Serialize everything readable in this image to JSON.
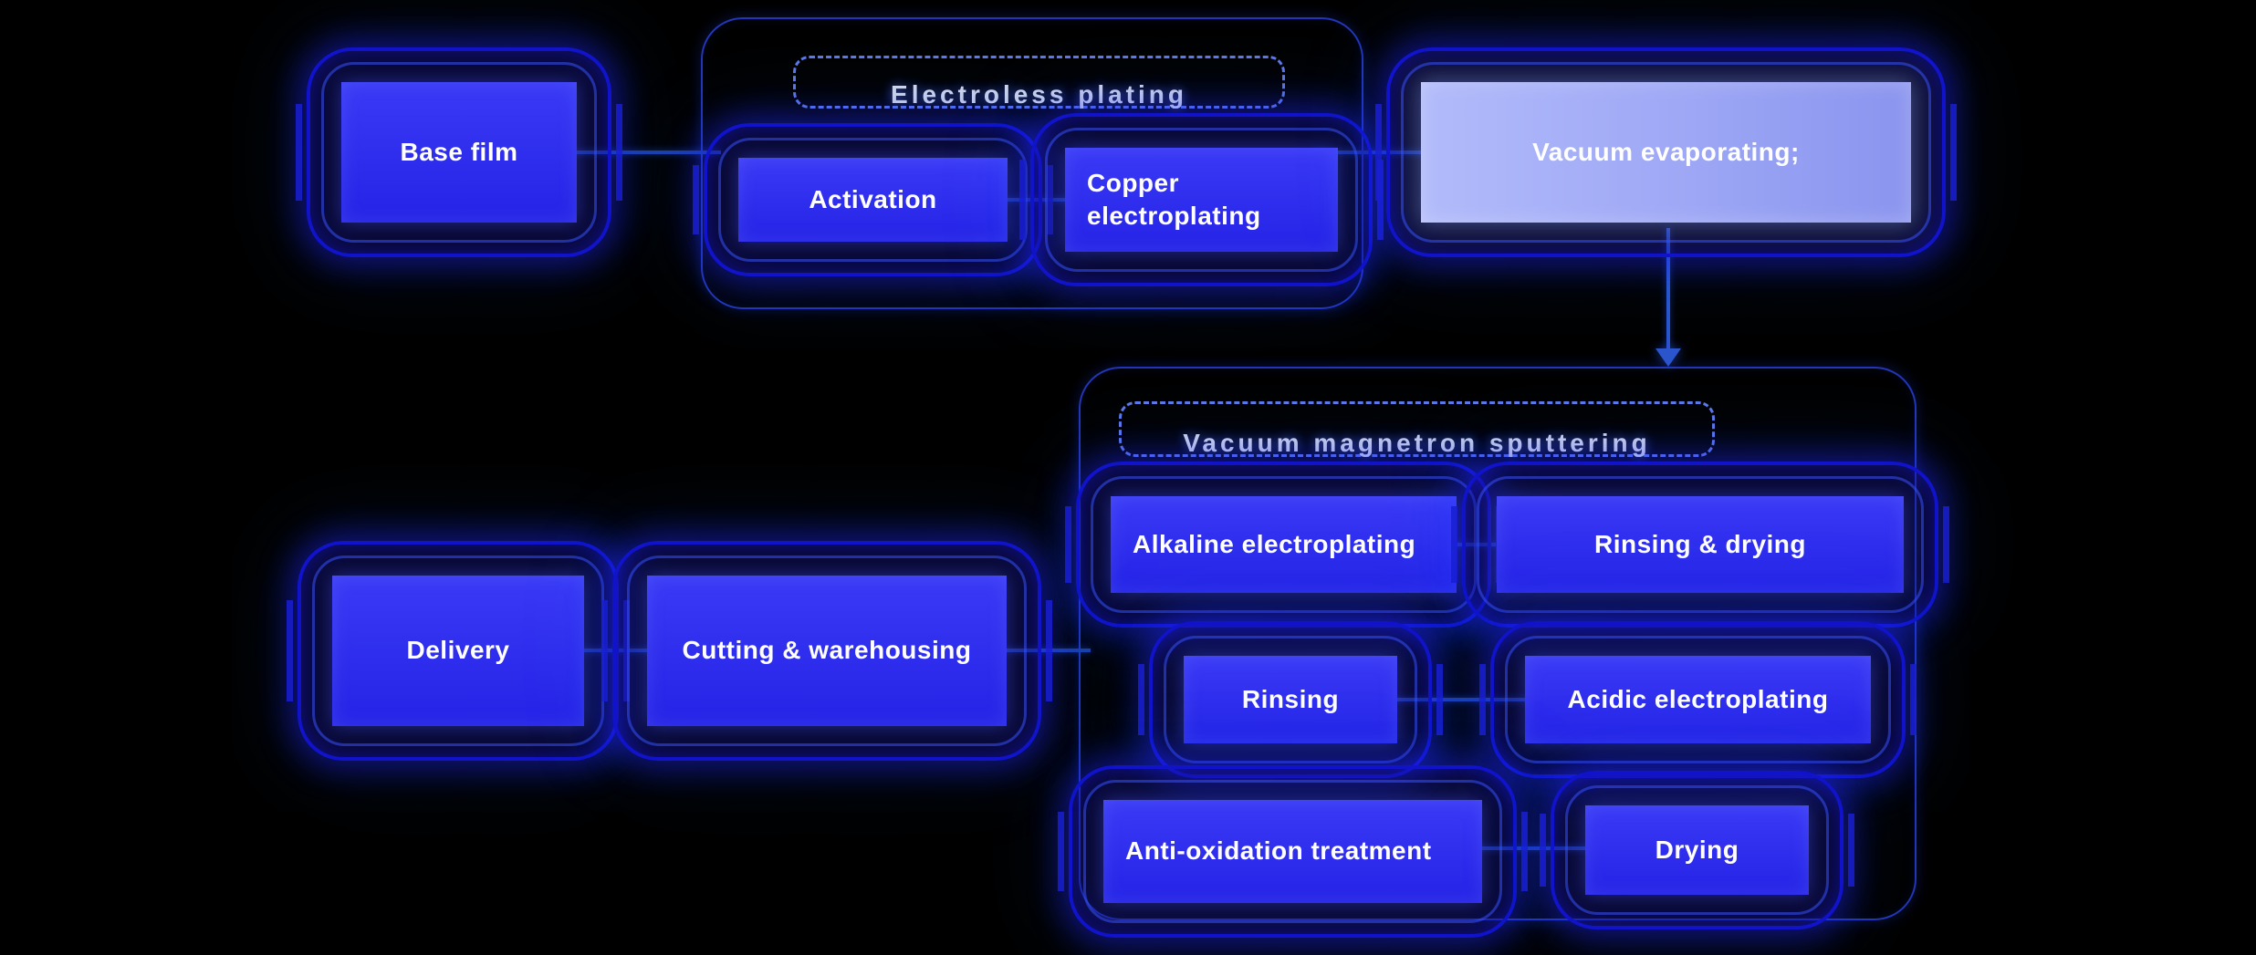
{
  "background": "#000000",
  "colors": {
    "node_fill": "#2c2cf0",
    "node_glow": "#2222ff",
    "light_node_fill": "#9da7f5",
    "container_border": "#2336b8",
    "dashed_border": "#5e78e8",
    "connector": "#1d3faa",
    "arrow": "#2a55cc",
    "text": "#ffffff"
  },
  "nodes": {
    "base_film": {
      "label": "Base film"
    },
    "activation": {
      "label": "Activation"
    },
    "copper_electroplating": {
      "label": "Copper electroplating"
    },
    "vacuum_evaporating": {
      "label": "Vacuum evaporating;"
    },
    "alkaline_electroplating": {
      "label": "Alkaline electroplating"
    },
    "rinsing_drying": {
      "label": "Rinsing & drying"
    },
    "rinsing": {
      "label": "Rinsing"
    },
    "acidic_electroplating": {
      "label": "Acidic electroplating"
    },
    "anti_oxidation": {
      "label": "Anti-oxidation treatment"
    },
    "drying": {
      "label": "Drying"
    },
    "delivery": {
      "label": "Delivery"
    },
    "cutting_warehousing": {
      "label": "Cutting & warehousing"
    }
  },
  "groups": {
    "top": {
      "label": "Electroless plating"
    },
    "bottom": {
      "label": "Vacuum magnetron sputtering"
    }
  }
}
